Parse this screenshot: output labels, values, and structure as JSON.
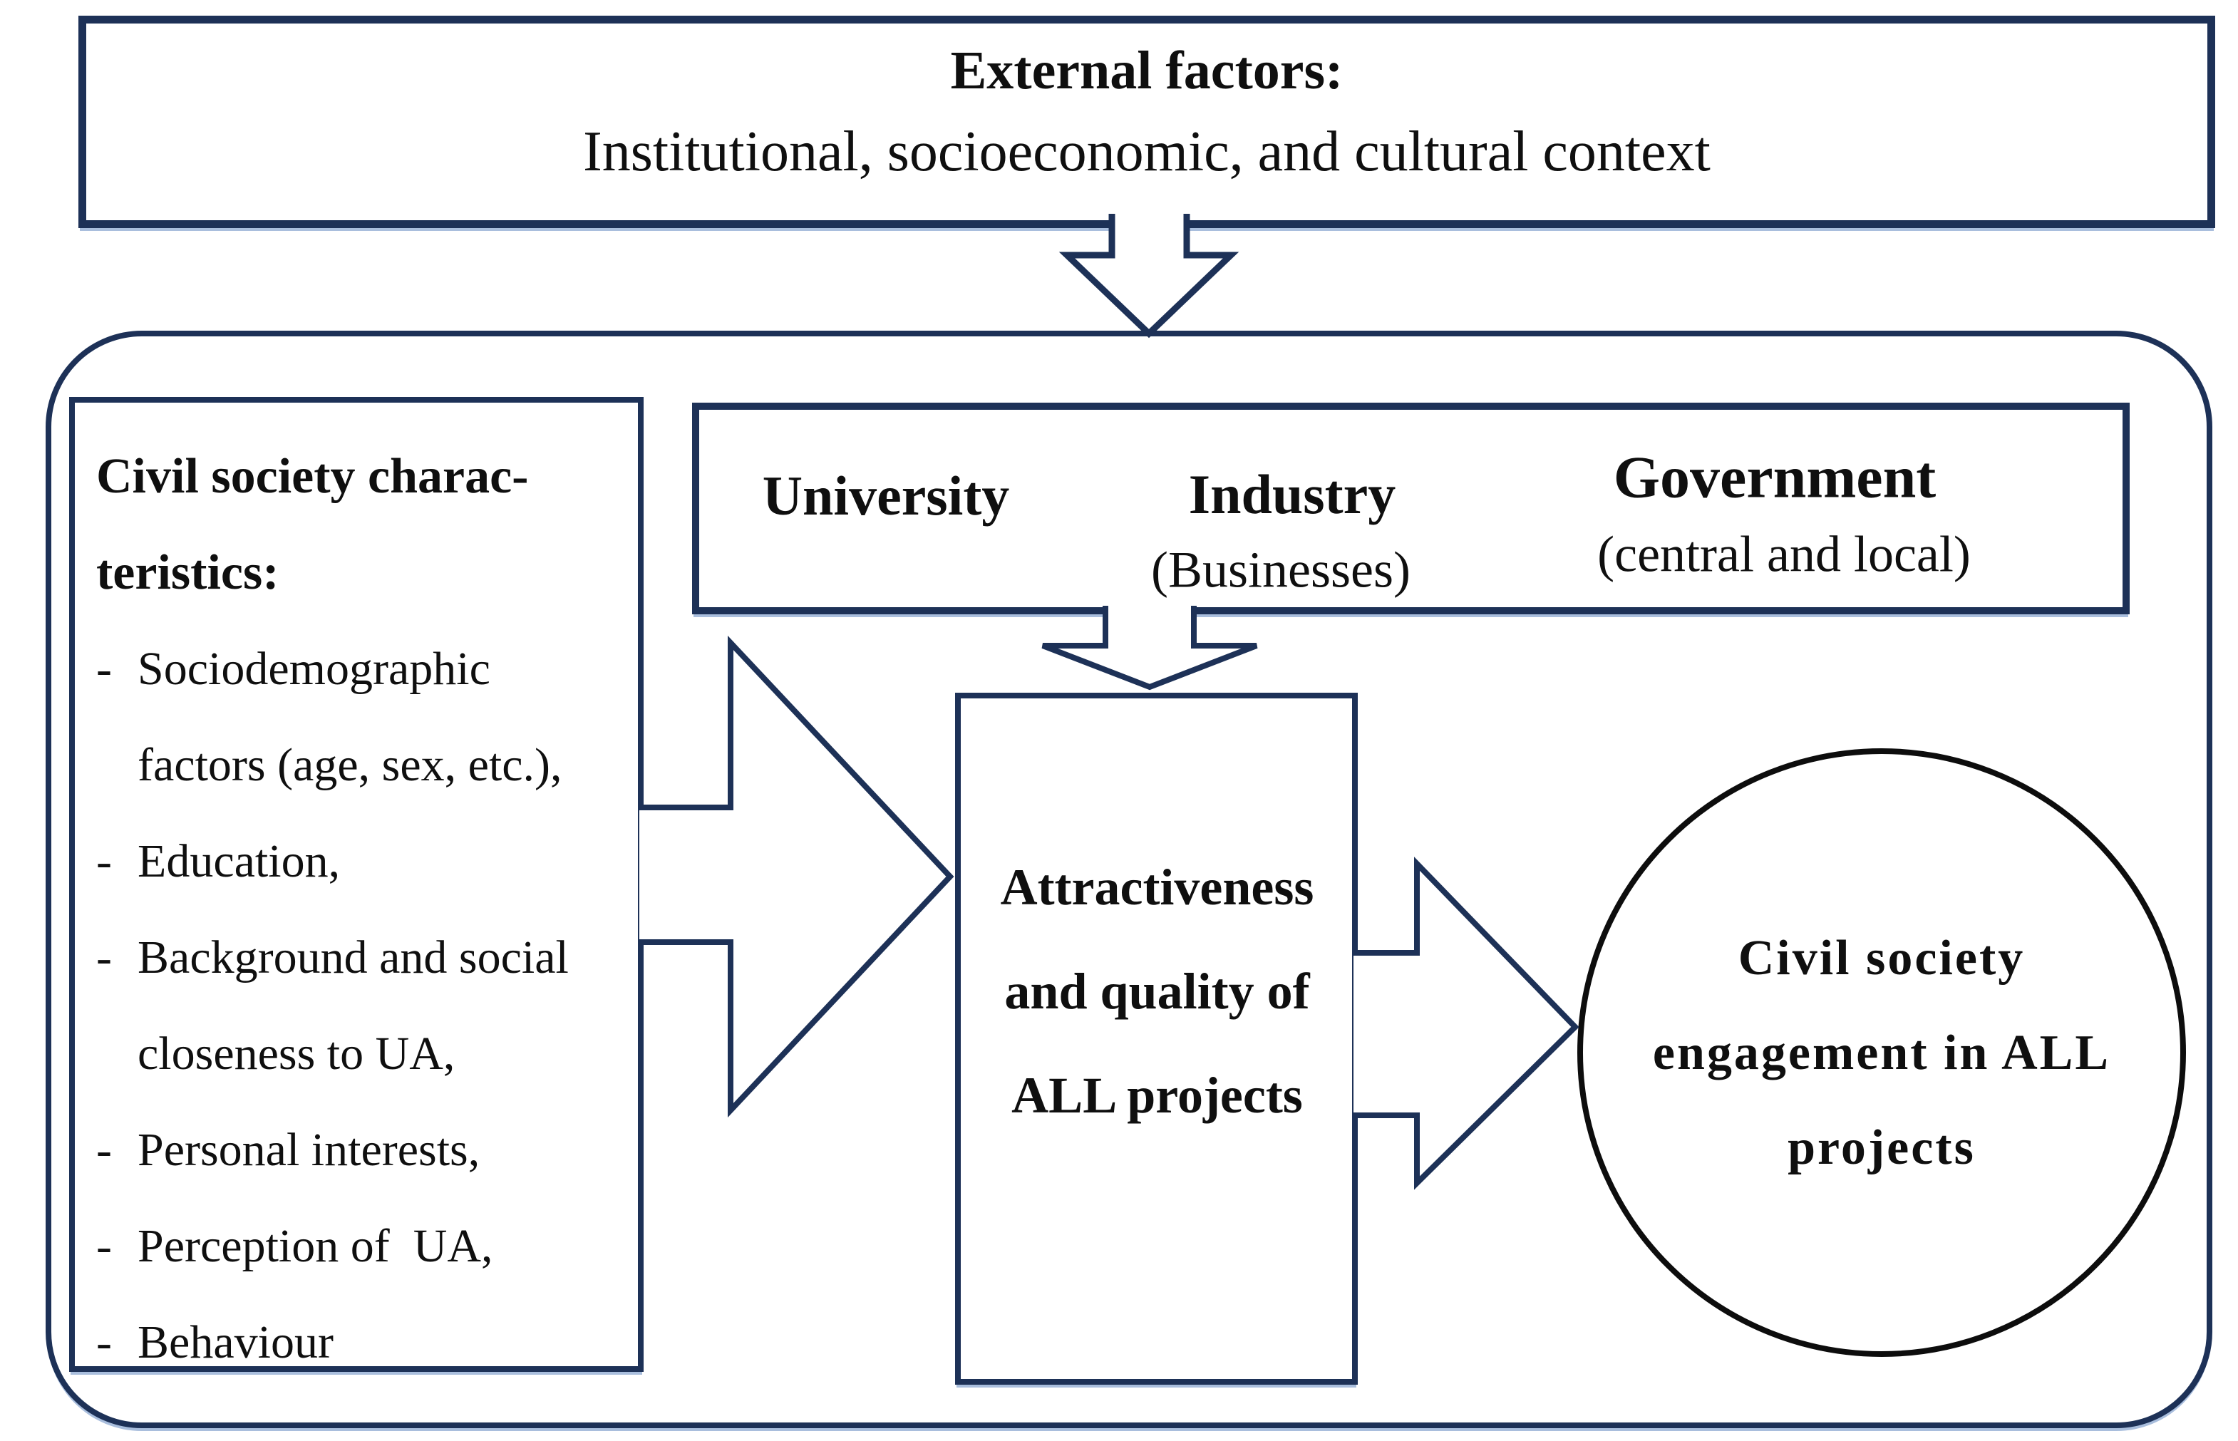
{
  "colors": {
    "navy": "#1d3157",
    "black": "#0d0d0d",
    "text": "#0f0f0f",
    "shadow_blue": "#a9bedd"
  },
  "external_box": {
    "title": "External factors:",
    "subtitle": "Institutional, socioeconomic, and cultural context"
  },
  "triple_helix_box": {
    "university": {
      "name": "University"
    },
    "industry": {
      "name": "Industry",
      "qualifier": "(Businesses)"
    },
    "government": {
      "name": "Government",
      "qualifier": "(central and local)"
    }
  },
  "civil_society_box": {
    "title_line1": "Civil society charac-",
    "title_line2": "teristics:",
    "items": [
      {
        "bullet": "-",
        "text": "Sociodemographic"
      },
      {
        "bullet": "",
        "text": "factors (age, sex, etc.),"
      },
      {
        "bullet": "-",
        "text": "Education,"
      },
      {
        "bullet": "-",
        "text": "Background and social"
      },
      {
        "bullet": "",
        "text": "closeness to UA,"
      },
      {
        "bullet": "-",
        "text": "Personal interests,"
      },
      {
        "bullet": "-",
        "text": "Perception of  UA,"
      },
      {
        "bullet": "-",
        "text": "Behaviour"
      }
    ]
  },
  "attractiveness_box": {
    "line1": "Attractiveness",
    "line2": "and quality of",
    "line3": "ALL projects"
  },
  "engagement_circle": {
    "line1": "Civil society",
    "line2": "engagement in ALL",
    "line3": "projects"
  }
}
